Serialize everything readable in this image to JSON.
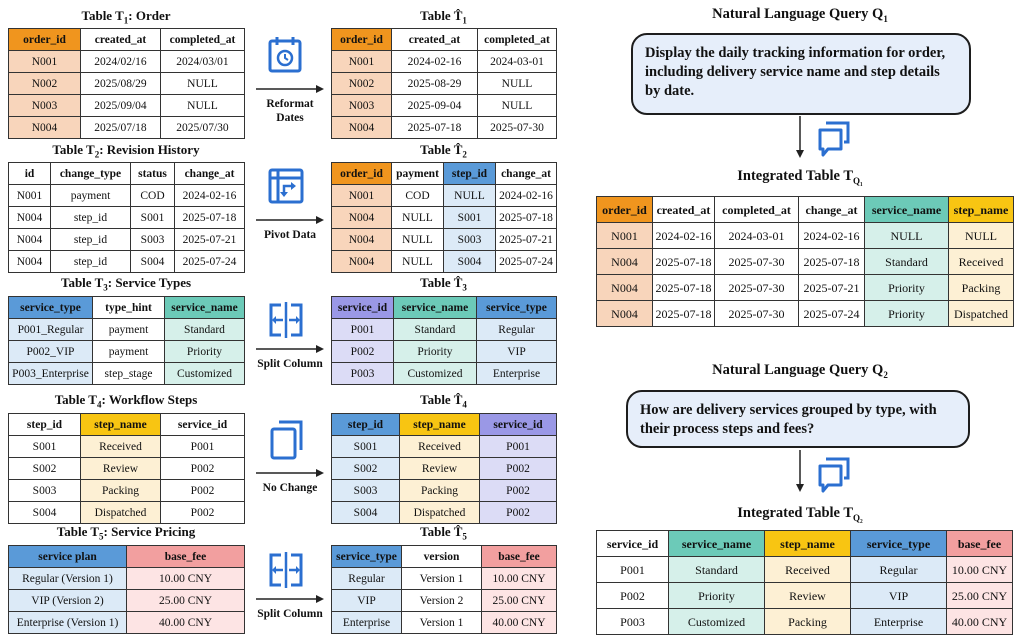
{
  "transforms": [
    {
      "src": {
        "title": "Table T",
        "sub": "1",
        "suffix": ":  Order",
        "headers": [
          "order_id",
          "created_at",
          "completed_at"
        ],
        "rows": [
          [
            "N001",
            "2024/02/16",
            "2024/03/01"
          ],
          [
            "N002",
            "2025/08/29",
            "NULL"
          ],
          [
            "N003",
            "2025/09/04",
            "NULL"
          ],
          [
            "N004",
            "2025/07/18",
            "2025/07/30"
          ]
        ]
      },
      "op": {
        "label": "Reformat\nDates",
        "icon": "calendar-clock-icon"
      },
      "dst": {
        "title": "Table T̂",
        "sub": "1",
        "suffix": "",
        "headers": [
          "order_id",
          "created_at",
          "completed_at"
        ],
        "rows": [
          [
            "N001",
            "2024-02-16",
            "2024-03-01"
          ],
          [
            "N002",
            "2025-08-29",
            "NULL"
          ],
          [
            "N003",
            "2025-09-04",
            "NULL"
          ],
          [
            "N004",
            "2025-07-18",
            "2025-07-30"
          ]
        ]
      }
    },
    {
      "src": {
        "title": "Table T",
        "sub": "2",
        "suffix": ":  Revision History",
        "headers": [
          "id",
          "change_type",
          "status",
          "change_at"
        ],
        "rows": [
          [
            "N001",
            "payment",
            "COD",
            "2024-02-16"
          ],
          [
            "N004",
            "step_id",
            "S001",
            "2025-07-18"
          ],
          [
            "N004",
            "step_id",
            "S003",
            "2025-07-21"
          ],
          [
            "N004",
            "step_id",
            "S004",
            "2025-07-24"
          ]
        ]
      },
      "op": {
        "label": "Pivot Data",
        "icon": "pivot-icon"
      },
      "dst": {
        "title": "Table T̂",
        "sub": "2",
        "suffix": "",
        "headers": [
          "order_id",
          "payment",
          "step_id",
          "change_at"
        ],
        "rows": [
          [
            "N001",
            "COD",
            "NULL",
            "2024-02-16"
          ],
          [
            "N004",
            "NULL",
            "S001",
            "2025-07-18"
          ],
          [
            "N004",
            "NULL",
            "S003",
            "2025-07-21"
          ],
          [
            "N004",
            "NULL",
            "S004",
            "2025-07-24"
          ]
        ]
      }
    },
    {
      "src": {
        "title": "Table T",
        "sub": "3",
        "suffix": ":  Service Types",
        "headers": [
          "service_type",
          "type_hint",
          "service_name"
        ],
        "rows": [
          [
            "P001_Regular",
            "payment",
            "Standard"
          ],
          [
            "P002_VIP",
            "payment",
            "Priority"
          ],
          [
            "P003_Enterprise",
            "step_stage",
            "Customized"
          ]
        ]
      },
      "op": {
        "label": "Split Column",
        "icon": "split-column-icon"
      },
      "dst": {
        "title": "Table T̂",
        "sub": "3",
        "suffix": "",
        "headers": [
          "service_id",
          "service_name",
          "service_type"
        ],
        "rows": [
          [
            "P001",
            "Standard",
            "Regular"
          ],
          [
            "P002",
            "Priority",
            "VIP"
          ],
          [
            "P003",
            "Customized",
            "Enterprise"
          ]
        ]
      }
    },
    {
      "src": {
        "title": "Table T",
        "sub": "4",
        "suffix": ":  Workflow Steps",
        "headers": [
          "step_id",
          "step_name",
          "service_id"
        ],
        "rows": [
          [
            "S001",
            "Received",
            "P001"
          ],
          [
            "S002",
            "Review",
            "P002"
          ],
          [
            "S003",
            "Packing",
            "P002"
          ],
          [
            "S004",
            "Dispatched",
            "P002"
          ]
        ]
      },
      "op": {
        "label": "No Change",
        "icon": "copy-icon"
      },
      "dst": {
        "title": "Table T̂",
        "sub": "4",
        "suffix": "",
        "headers": [
          "step_id",
          "step_name",
          "service_id"
        ],
        "rows": [
          [
            "S001",
            "Received",
            "P001"
          ],
          [
            "S002",
            "Review",
            "P002"
          ],
          [
            "S003",
            "Packing",
            "P002"
          ],
          [
            "S004",
            "Dispatched",
            "P002"
          ]
        ]
      }
    },
    {
      "src": {
        "title": "Table T",
        "sub": "5",
        "suffix": ":  Service Pricing",
        "headers": [
          "service plan",
          "base_fee"
        ],
        "rows": [
          [
            "Regular (Version 1)",
            "10.00 CNY"
          ],
          [
            "VIP (Version 2)",
            "25.00 CNY"
          ],
          [
            "Enterprise (Version 1)",
            "40.00 CNY"
          ]
        ]
      },
      "op": {
        "label": "Split Column",
        "icon": "split-column-icon"
      },
      "dst": {
        "title": "Table T̂",
        "sub": "5",
        "suffix": "",
        "headers": [
          "service_type",
          "version",
          "base_fee"
        ],
        "rows": [
          [
            "Regular",
            "Version 1",
            "10.00 CNY"
          ],
          [
            "VIP",
            "Version 2",
            "25.00 CNY"
          ],
          [
            "Enterprise",
            "Version 1",
            "40.00 CNY"
          ]
        ]
      }
    }
  ],
  "queries": [
    {
      "title": "Natural Language Query Q",
      "sub": "1",
      "text": "Display the daily tracking information for order, including delivery service name and step details by date.",
      "icon": "chat-bubbles-icon",
      "table": {
        "title": "Integrated Table T",
        "sub": "Q₁",
        "headers": [
          "order_id",
          "created_at",
          "completed_at",
          "change_at",
          "service_name",
          "step_name"
        ],
        "rows": [
          [
            "N001",
            "2024-02-16",
            "2024-03-01",
            "2024-02-16",
            "NULL",
            "NULL"
          ],
          [
            "N004",
            "2025-07-18",
            "2025-07-30",
            "2025-07-18",
            "Standard",
            "Received"
          ],
          [
            "N004",
            "2025-07-18",
            "2025-07-30",
            "2025-07-21",
            "Priority",
            "Packing"
          ],
          [
            "N004",
            "2025-07-18",
            "2025-07-30",
            "2025-07-24",
            "Priority",
            "Dispatched"
          ]
        ]
      }
    },
    {
      "title": "Natural Language Query Q",
      "sub": "2",
      "text": "How are delivery services grouped by type, with their process steps and fees?",
      "icon": "chat-bubbles-icon",
      "table": {
        "title": "Integrated Table T",
        "sub": "Q₂",
        "headers": [
          "service_id",
          "service_name",
          "step_name",
          "service_type",
          "base_fee"
        ],
        "rows": [
          [
            "P001",
            "Standard",
            "Received",
            "Regular",
            "10.00 CNY"
          ],
          [
            "P002",
            "Priority",
            "Review",
            "VIP",
            "25.00 CNY"
          ],
          [
            "P003",
            "Customized",
            "Packing",
            "Enterprise",
            "40.00 CNY"
          ]
        ]
      }
    }
  ],
  "colors": {
    "orange": "#f0951e",
    "blue": "#5a9ad8",
    "teal": "#6ccab8",
    "yellow": "#f8c512",
    "purple": "#9a98e6",
    "pink": "#f29f9f",
    "icon_blue": "#2b6fd0",
    "query_fill": "#e6eefa"
  }
}
